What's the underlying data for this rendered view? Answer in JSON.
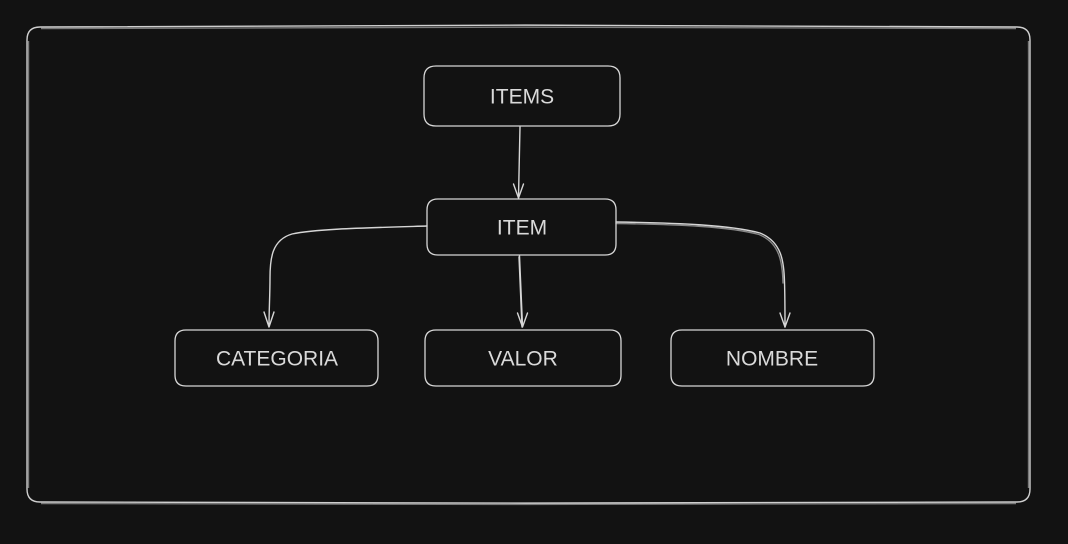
{
  "diagram": {
    "nodes": {
      "items": "ITEMS",
      "item": "ITEM",
      "categoria": "CATEGORIA",
      "valor": "VALOR",
      "nombre": "NOMBRE"
    },
    "edges": [
      {
        "from": "items",
        "to": "item"
      },
      {
        "from": "item",
        "to": "categoria"
      },
      {
        "from": "item",
        "to": "valor"
      },
      {
        "from": "item",
        "to": "nombre"
      }
    ]
  }
}
